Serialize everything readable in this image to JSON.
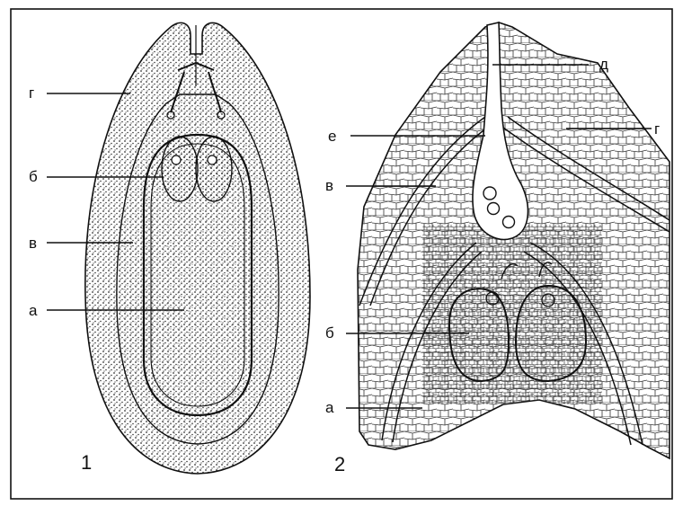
{
  "figure1": {
    "number": "1",
    "labels": {
      "g": "г",
      "b": "б",
      "v": "в",
      "a": "а"
    }
  },
  "figure2": {
    "number": "2",
    "labels": {
      "d": "д",
      "e": "е",
      "g": "г",
      "v": "в",
      "b": "б",
      "a": "а"
    }
  },
  "colors": {
    "ink": "#111111",
    "paper": "#ffffff",
    "stipple": "#444444"
  }
}
